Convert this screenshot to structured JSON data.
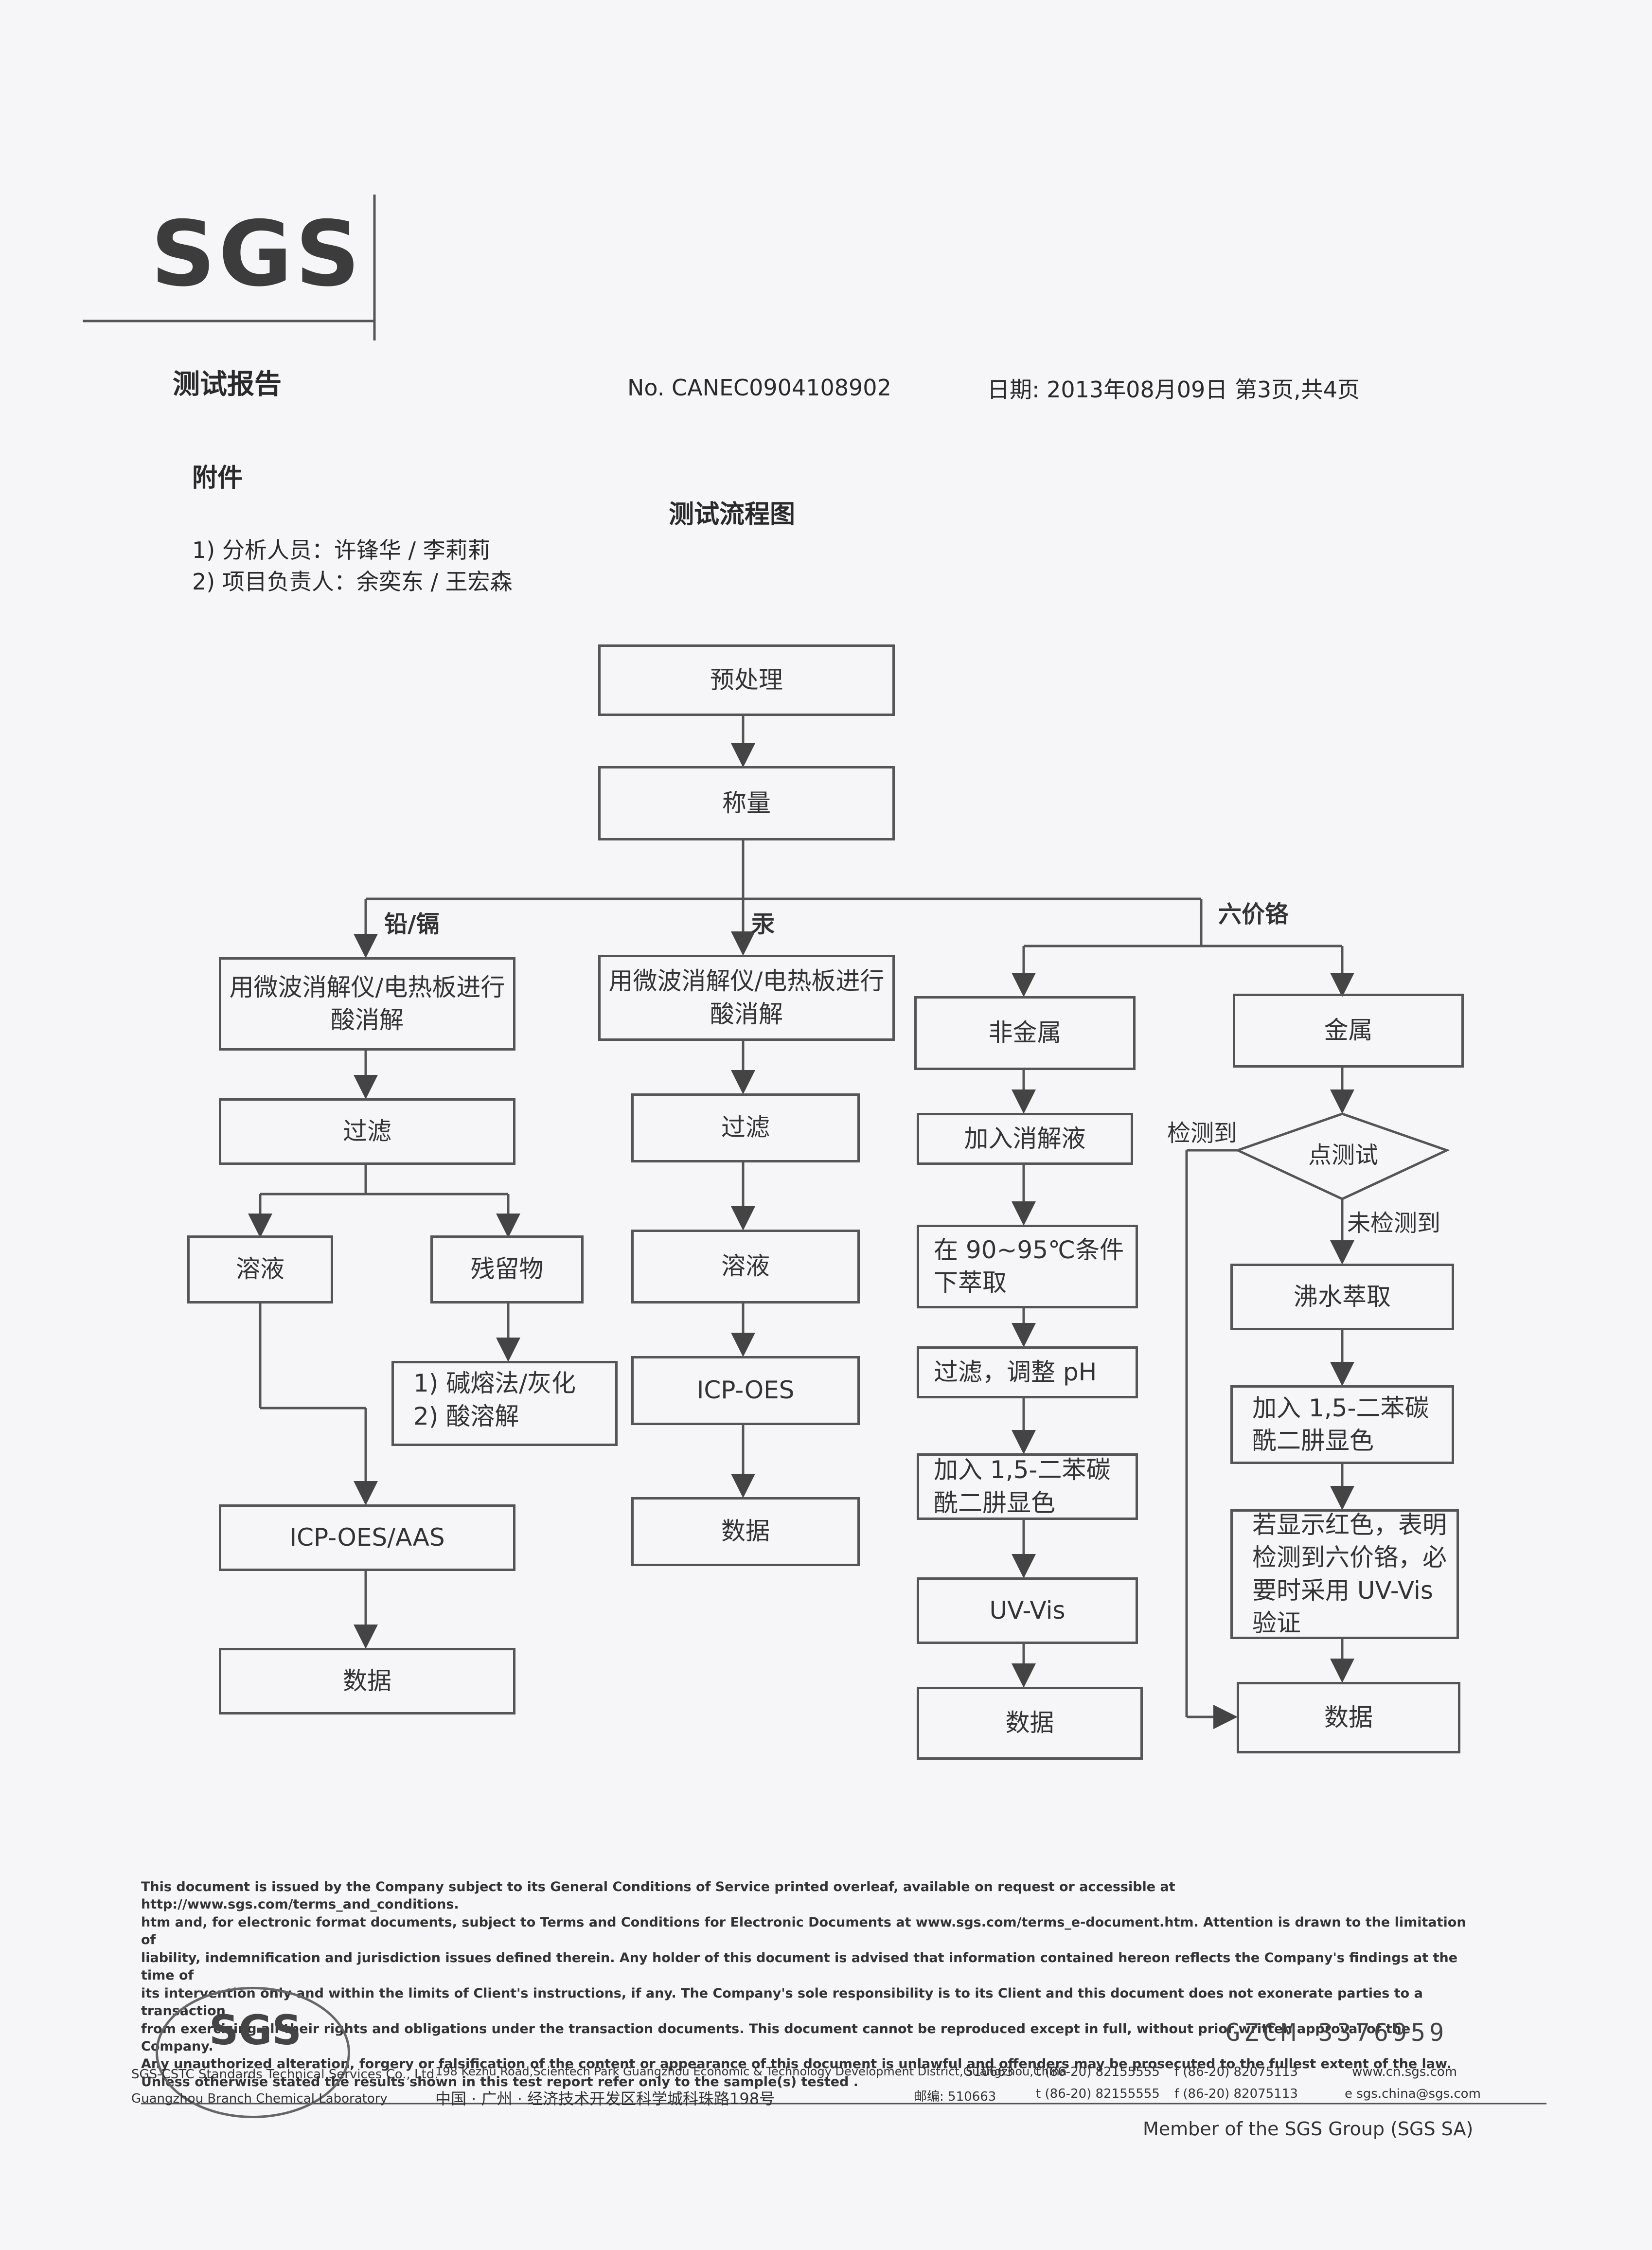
{
  "header": {
    "logo_text": "SGS",
    "report_title": "测试报告",
    "report_no": "No. CANEC0904108902",
    "date_page": "日期: 2013年08月09日  第3页,共4页",
    "attachment": "附件",
    "flowchart_title": "测试流程图",
    "analyst": "1) 分析人员：许锋华 / 李莉莉",
    "manager": "2) 项目负责人：余奕东 / 王宏森"
  },
  "flowchart": {
    "pretreat": "预处理",
    "weigh": "称量",
    "branch_pb_cd": "铅/镉",
    "branch_hg": "汞",
    "branch_cr6": "六价铬",
    "col1": {
      "digest": "用微波消解仪/电热板进行酸消解",
      "filter": "过滤",
      "solution": "溶液",
      "residue": "残留物",
      "alkali_1": "1)  碱熔法/灰化",
      "alkali_2": "2)  酸溶解",
      "instrument": "ICP-OES/AAS",
      "data": "数据"
    },
    "col2": {
      "digest": "用微波消解仪/电热板进行酸消解",
      "filter": "过滤",
      "solution": "溶液",
      "instrument": "ICP-OES",
      "data": "数据"
    },
    "col3": {
      "nonmetal": "非金属",
      "add_digest": "加入消解液",
      "extract": "在  90~95℃条件下萃取",
      "filter_ph": "过滤，调整 pH",
      "color": "加入 1,5-二苯碳酰二肼显色",
      "uvvis": "UV-Vis",
      "data": "数据"
    },
    "col4": {
      "metal": "金属",
      "spot_test": "点测试",
      "detected": "检测到",
      "not_detected": "未检测到",
      "boil_extract": "沸水萃取",
      "color": "加入 1,5-二苯碳酰二肼显色",
      "confirm": "若显示红色，表明检测到六价铬，必要时采用 UV-Vis 验证",
      "data": "数据"
    }
  },
  "footer": {
    "terms_lines": [
      "This document is issued by the Company subject to its General Conditions of Service printed overleaf, available on request or accessible at http://www.sgs.com/terms_and_conditions.",
      "htm and, for electronic format documents, subject to Terms and Conditions for Electronic Documents at www.sgs.com/terms_e-document.htm. Attention is drawn to the limitation of",
      "liability, indemnification and jurisdiction issues defined therein. Any holder of this document is advised that information contained hereon reflects the Company's findings at the time of",
      "its intervention only and within the limits of Client's instructions, if any. The Company's sole responsibility is to its Client and this document does not exonerate parties to a transaction",
      "from exercising all their rights and obligations under the transaction documents. This document cannot be reproduced except in full, without prior written approval of the Company.",
      "Any unauthorized alteration, forgery or falsification of the content or appearance of this document is unlawful and offenders may be prosecuted to the fullest extent of the law.",
      "Unless otherwise stated the results shown in this test report refer only to the sample(s) tested ."
    ],
    "stamp_text": "SGS",
    "serial": "GZCM 3376959",
    "company_en": "SGS-CSTC Standards Technical Services Co., Ltd.",
    "company_lab": "Guangzhou Branch Chemical Laboratory",
    "address_en": "198 Kezhu Road,Scientech Park Guangzhou Economic & Technology Development District,Guangzhou,China",
    "postcode_en": "510663",
    "phone_en": "t (86-20) 82155555",
    "fax_en": "f (86-20) 82075113",
    "web": "www.cn.sgs.com",
    "address_cn": "中国 · 广州 · 经济技术开发区科学城科珠路198号",
    "postcode_cn": "邮编: 510663",
    "phone_cn": "t (86-20) 82155555",
    "fax_cn": "f (86-20) 82075113",
    "email": "e sgs.china@sgs.com",
    "member": "Member of the SGS Group (SGS SA)"
  }
}
